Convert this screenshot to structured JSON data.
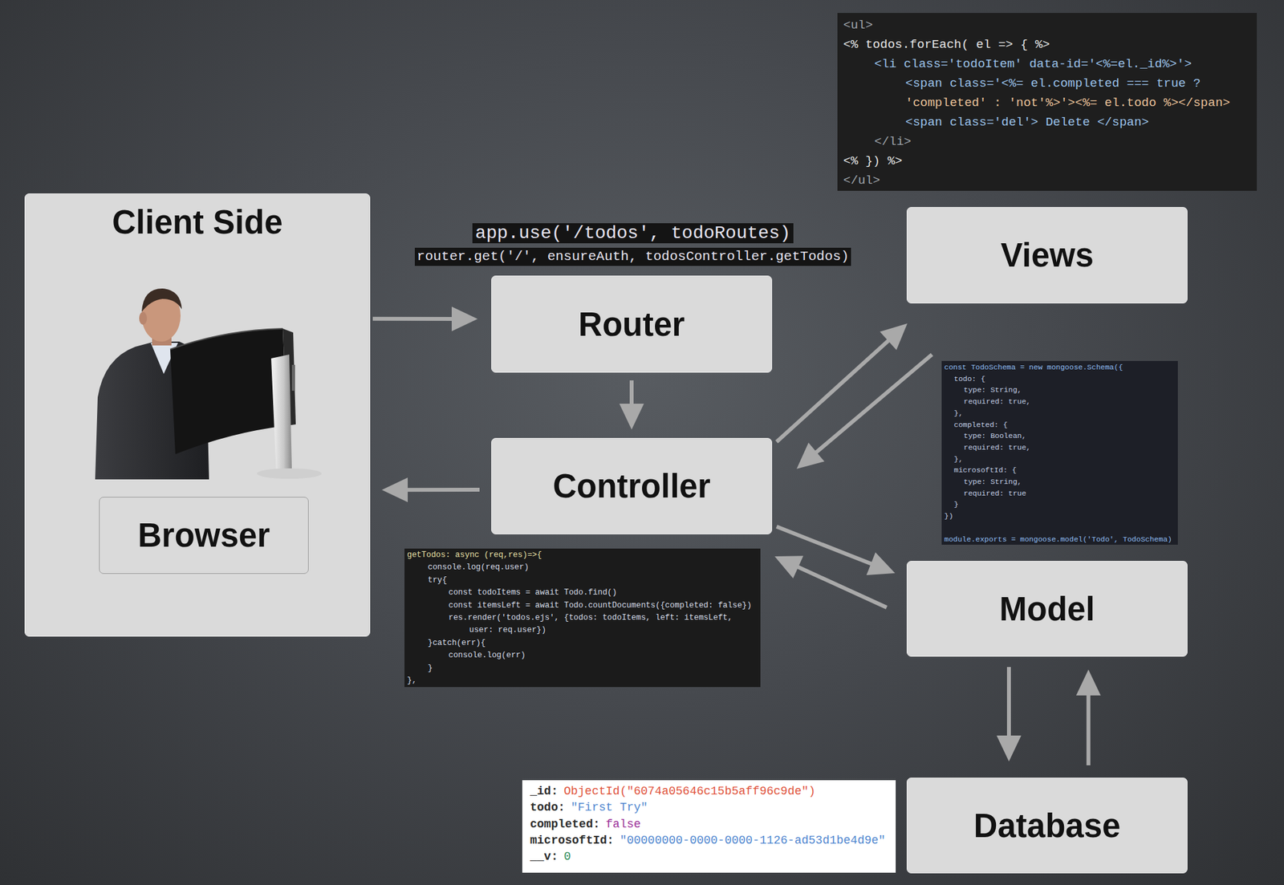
{
  "diagram": {
    "nodes": [
      {
        "text": [
          "Client Side"
        ]
      },
      {
        "text": [
          "Browser"
        ],
        "in": 0
      },
      {
        "text": [
          "Router"
        ]
      },
      {
        "text": [
          "Views"
        ]
      },
      {
        "text": [
          "Controller"
        ]
      },
      {
        "text": [
          "Model"
        ]
      },
      {
        "text": [
          "Database"
        ]
      }
    ],
    "edges": [
      {
        "from": 0,
        "to": 2,
        "arrow": "to"
      },
      {
        "from": 2,
        "to": 4,
        "arrow": "to"
      },
      {
        "from": 4,
        "to": 0,
        "arrow": "to"
      },
      {
        "from": 4,
        "to": 3,
        "arrow": "to"
      },
      {
        "from": 3,
        "to": 4,
        "arrow": "to"
      },
      {
        "from": 4,
        "to": 5,
        "arrow": "to"
      },
      {
        "from": 5,
        "to": 4,
        "arrow": "to"
      },
      {
        "from": 5,
        "to": 6,
        "arrow": "to"
      },
      {
        "from": 6,
        "to": 5,
        "arrow": "to"
      }
    ],
    "labels": [
      "<ul>",
      "<% todos.forEach( el => { %>",
      "<li class='todoItem' data-id='<%=el._id%>'>",
      "<span class='<%= el.completed === true ?",
      "'completed' : 'not'%>'><%= el.todo %></span>",
      "<span class='del'> Delete </span>",
      "</li>",
      "<% }) %>",
      "</ul>",
      "app.use('/todos', todoRoutes)",
      "router.get('/', ensureAuth, todosController.getTodos)",
      "const TodoSchema = new mongoose.Schema({",
      "todo: {",
      "type: String,",
      "required: true,",
      "},",
      "completed: {",
      "type: Boolean,",
      "required: true,",
      "},",
      "microsoftId: {",
      "type: String,",
      "required: true",
      "}",
      "})",
      "module.exports = mongoose.model('Todo', TodoSchema)",
      "getTodos: async (req,res)=>{",
      "console.log(req.user)",
      "try{",
      "const todoItems = await Todo.find()",
      "const itemsLeft = await Todo.countDocuments({completed: false})",
      "res.render('todos.ejs', {todos: todoItems, left: itemsLeft,",
      "user: req.user})",
      "}catch(err){",
      "console.log(err)",
      "}",
      "},",
      "_id:",
      "ObjectId(\"6074a05646c15b5aff96c9de\")",
      "todo:",
      "\"First Try\"",
      "completed:",
      "false",
      "microsoftId:",
      "\"00000000-0000-0000-1126-ad53d1be4d9e\"",
      "__v:",
      "0"
    ]
  }
}
